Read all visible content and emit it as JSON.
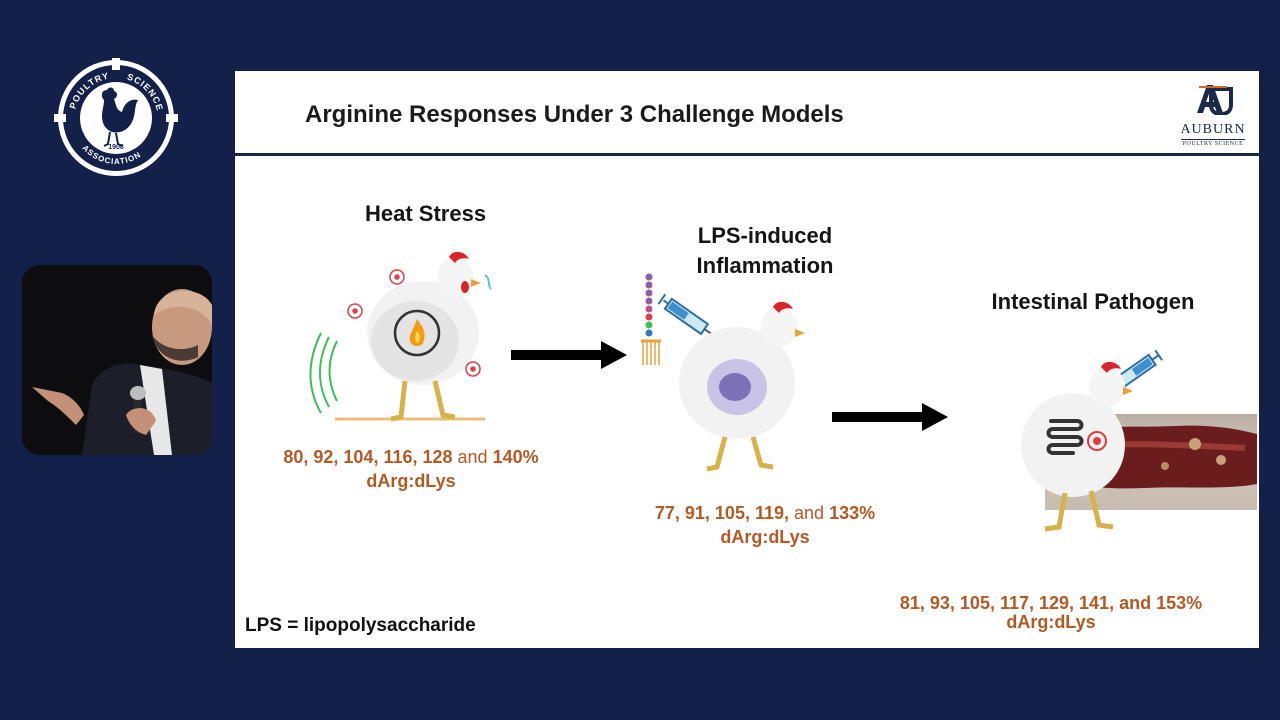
{
  "slide": {
    "title": "Arginine Responses Under 3 Challenge Models",
    "footnote": "LPS = lipopolysaccharide"
  },
  "logos": {
    "psa": {
      "top": "POULTRY",
      "right": "SCIENCE",
      "bottom": "ASSOCIATION",
      "year": "1908"
    },
    "auburn": {
      "mark": "AU",
      "word": "AUBURN",
      "sub": "POULTRY SCIENCE"
    }
  },
  "models": [
    {
      "heading": "Heat Stress",
      "doses": "80, 92, 104, 116, 128",
      "and": "and",
      "last": "140%",
      "ratio": "dArg:dLys"
    },
    {
      "heading_line1": "LPS-induced",
      "heading_line2": "Inflammation",
      "doses": "77, 91, 105, 119,",
      "and": "and",
      "last": "133%",
      "ratio": "dArg:dLys"
    },
    {
      "heading": "Intestinal Pathogen",
      "doses": "81, 93, 105, 117, 129, 141, and 153%",
      "ratio": "dArg:dLys"
    }
  ],
  "colors": {
    "background": "#13204a",
    "dose_text": "#b25a25",
    "header_rule": "#1a2747"
  }
}
